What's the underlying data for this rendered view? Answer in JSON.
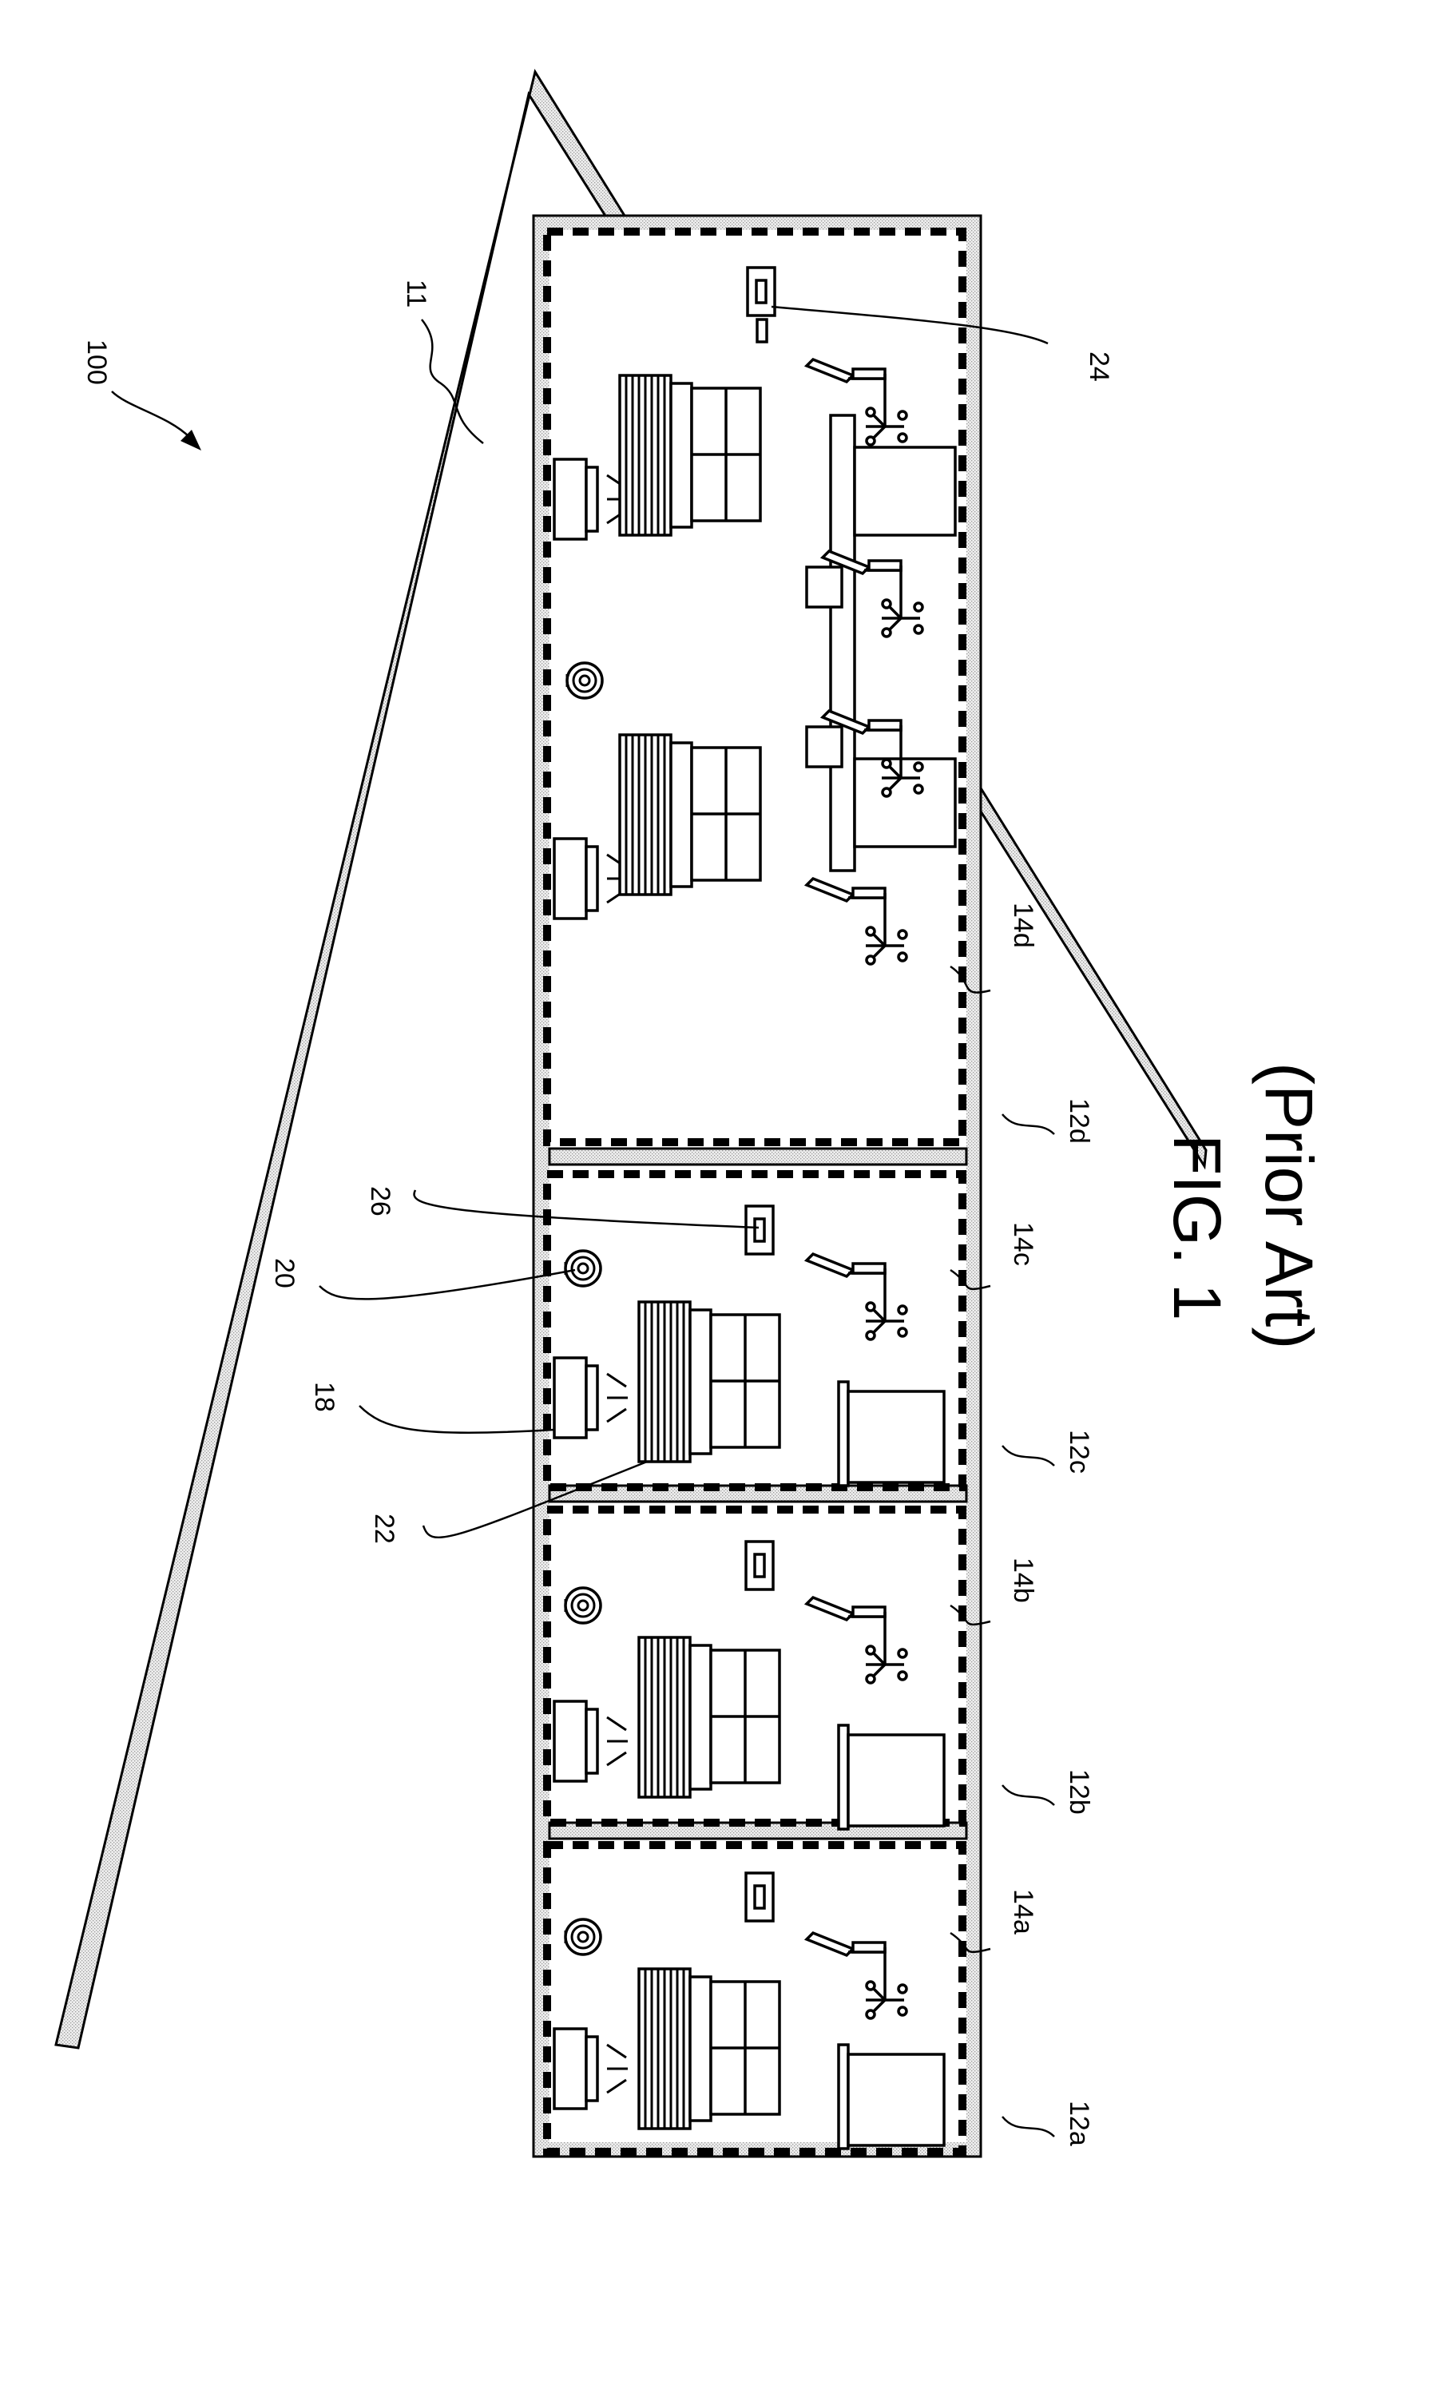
{
  "figure": {
    "caption_line1": "FIG. 1",
    "caption_line2": "(Prior Art)"
  },
  "labels": {
    "system": "100",
    "roof": "11",
    "switch_large_room": "24",
    "switch_small_room": "26",
    "sensor": "20",
    "light_fixture": "18",
    "window": "22",
    "room_a": "12a",
    "room_b": "12b",
    "room_c": "12c",
    "room_d": "12d",
    "zone_a": "14a",
    "zone_b": "14b",
    "zone_c": "14c",
    "zone_d": "14d"
  },
  "colors": {
    "line": "#000000",
    "wall_fill": "#d9d9d9",
    "background": "#ffffff"
  }
}
